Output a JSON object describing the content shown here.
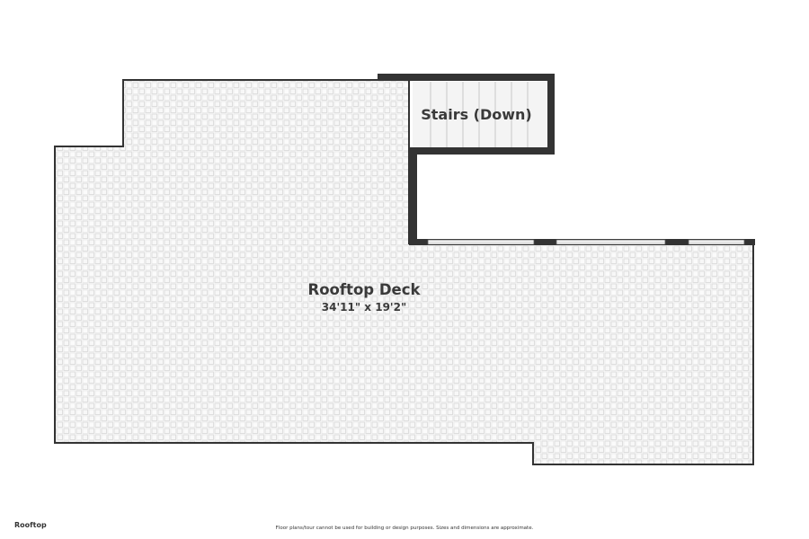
{
  "floor_label": "Rooftop",
  "disclaimer": "Floor plans/tour cannot be used for building or design purposes. Sizes and dimensions are approximate.",
  "rooms": {
    "deck": {
      "name": "Rooftop Deck",
      "dimensions": "34'11\" x 19'2\""
    },
    "stairs": {
      "name": "Stairs (Down)"
    }
  },
  "colors": {
    "wall": "#333333",
    "floor": "#f7f7f7",
    "tile_line": "#d6d6d6",
    "stairs_floor": "#f4f4f4",
    "text": "#3a3a3a"
  }
}
